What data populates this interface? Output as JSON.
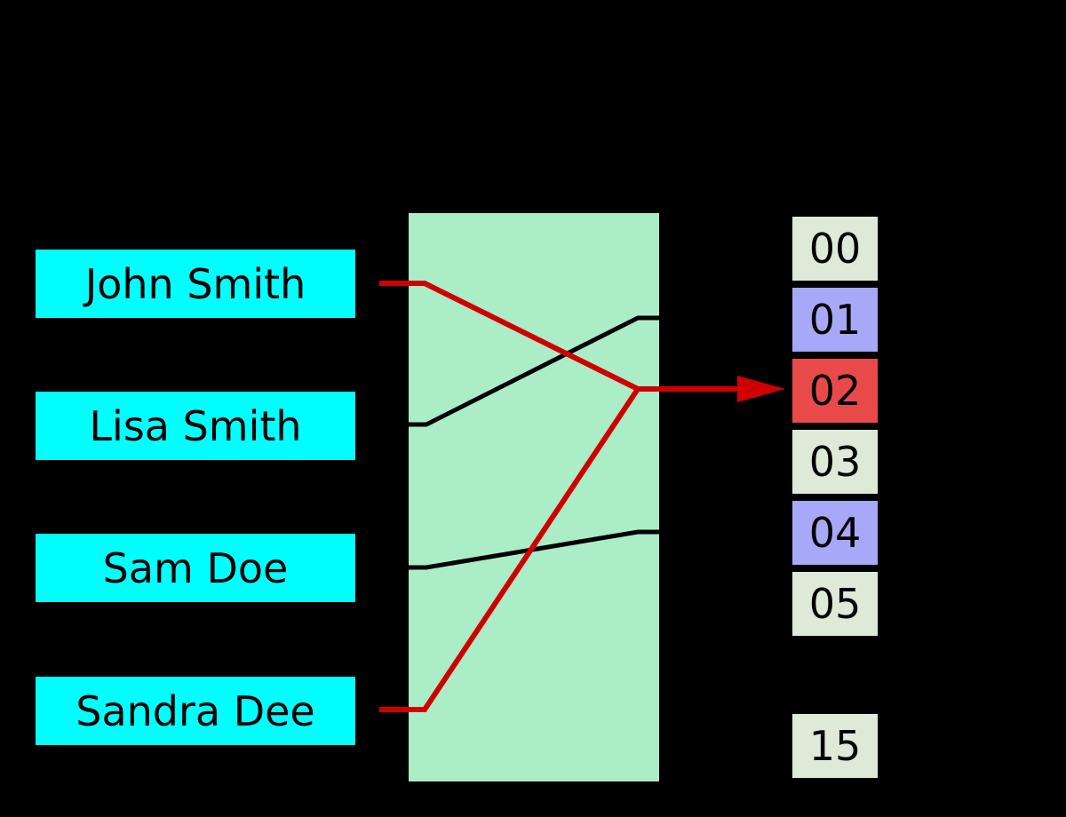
{
  "diagram": {
    "background": "#000000",
    "keys": {
      "box_color": "#00ffff",
      "items": [
        {
          "label": "John Smith",
          "hashes_to": "02",
          "line_color": "red"
        },
        {
          "label": "Lisa Smith",
          "hashes_to": "01",
          "line_color": "black"
        },
        {
          "label": "Sam Doe",
          "hashes_to": "04",
          "line_color": "black"
        },
        {
          "label": "Sandra Dee",
          "hashes_to": "02",
          "line_color": "red"
        }
      ]
    },
    "hash_function": {
      "box_color": "#aaedc7"
    },
    "buckets": {
      "items": [
        {
          "label": "00",
          "color": "#dee9d8",
          "state": "empty"
        },
        {
          "label": "01",
          "color": "#a8a8f8",
          "state": "occupied"
        },
        {
          "label": "02",
          "color": "#e84a4a",
          "state": "collision"
        },
        {
          "label": "03",
          "color": "#dee9d8",
          "state": "empty"
        },
        {
          "label": "04",
          "color": "#a8a8f8",
          "state": "occupied"
        },
        {
          "label": "05",
          "color": "#dee9d8",
          "state": "empty"
        },
        {
          "label": "15",
          "color": "#dee9d8",
          "state": "empty"
        }
      ]
    },
    "connections": {
      "red": "#d00000",
      "black": "#000000"
    }
  }
}
